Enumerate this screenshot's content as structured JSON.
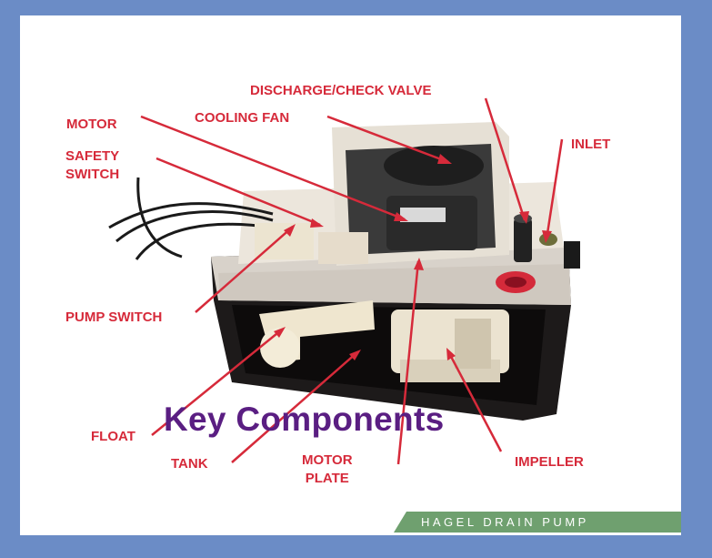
{
  "diagram": {
    "title": "Key Components",
    "labels": {
      "discharge_check_valve": "DISCHARGE/CHECK VALVE",
      "cooling_fan": "COOLING FAN",
      "motor": "MOTOR",
      "safety_switch": "SAFETY\nSWITCH",
      "inlet": "INLET",
      "pump_switch": "PUMP SWITCH",
      "float": "FLOAT",
      "tank": "TANK",
      "motor_plate": "MOTOR\nPLATE",
      "impeller": "IMPELLER"
    },
    "watermark": "HAGEL DRAIN PUMP"
  },
  "colors": {
    "border": "#6b8cc6",
    "label_red": "#d62a3a",
    "title_purple": "#5a1e82",
    "banner_green": "#6fa06f"
  }
}
